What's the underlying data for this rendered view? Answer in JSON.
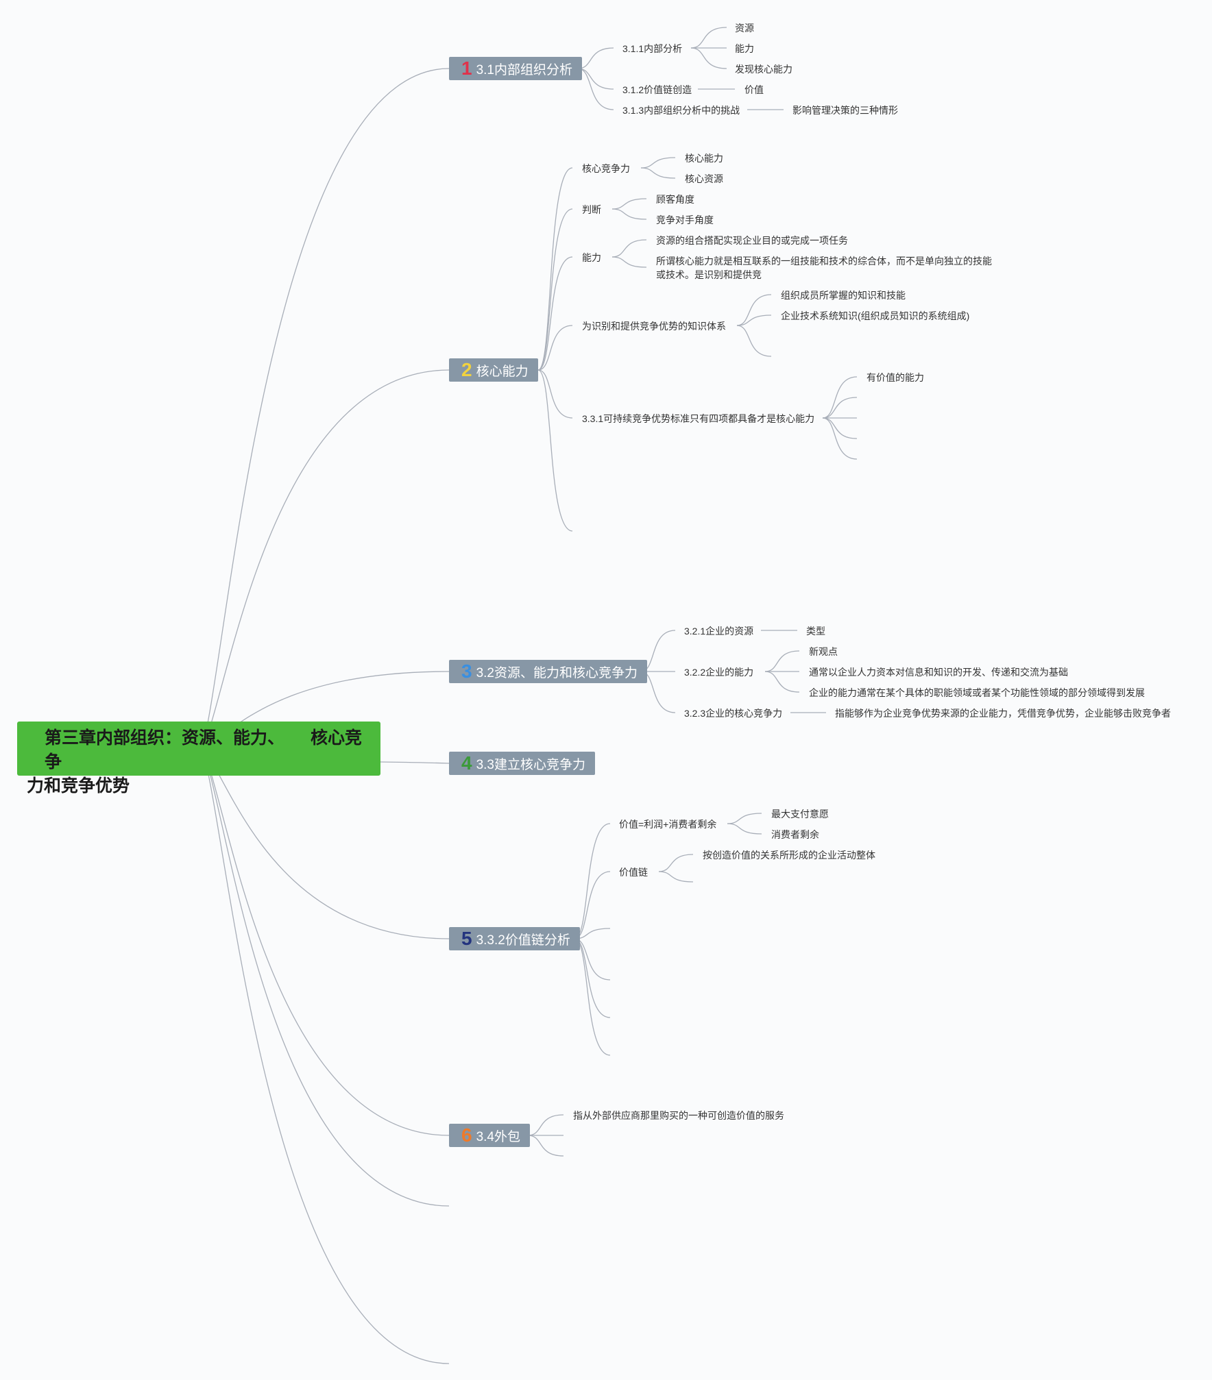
{
  "root": {
    "line1a": "第三章内部组织：资源、能力、",
    "line1b": "核心竞争",
    "line2": "力和竞争优势"
  },
  "colors": {
    "root": "#4cba3c",
    "branch": "#8797a6",
    "n1": "#e0324b",
    "n2": "#f2d23e",
    "n3": "#3a8fe0",
    "n4": "#3c9a3a",
    "n5": "#23347f",
    "n6": "#ee7a2a"
  },
  "branches": [
    {
      "num": "1",
      "label": "3.1内部组织分析"
    },
    {
      "num": "2",
      "label": "核心能力"
    },
    {
      "num": "3",
      "label": "3.2资源、能力和核心竞争力"
    },
    {
      "num": "4",
      "label": "3.3建立核心竞争力"
    },
    {
      "num": "5",
      "label": "3.3.2价值链分析"
    },
    {
      "num": "6",
      "label": "3.4外包"
    }
  ],
  "b1": {
    "s1": "3.1.1内部分析",
    "s1a": "资源",
    "s1b": "能力",
    "s1c": "发现核心能力",
    "s2": "3.1.2价值链创造",
    "s2a": "价值",
    "s3": "3.1.3内部组织分析中的挑战",
    "s3a": "影响管理决策的三种情形"
  },
  "b2": {
    "s1": "核心竞争力",
    "s1a": "核心能力",
    "s1b": "核心资源",
    "s2": "判断",
    "s2a": "顾客角度",
    "s2b": "竞争对手角度",
    "s3": "能力",
    "s3a": "资源的组合搭配实现企业目的或完成一项任务",
    "s3b": "所谓核心能力就是相互联系的一组技能和技术的综合体，而不是单向独立的技能或技术。是识别和提供竞",
    "s4": "为识别和提供竞争优势的知识体系",
    "s4a": "组织成员所掌握的知识和技能",
    "s4b": "企业技术系统知识(组织成员知识的系统组成)",
    "s5": "3.3.1可持续竞争优势标准只有四项都具备才是核心能力",
    "s5a": "有价值的能力"
  },
  "b3": {
    "s1": "3.2.1企业的资源",
    "s1a": "类型",
    "s2": "3.2.2企业的能力",
    "s2a": "新观点",
    "s2b": "通常以企业人力资本对信息和知识的开发、传递和交流为基础",
    "s2c": "企业的能力通常在某个具体的职能领域或者某个功能性领域的部分领域得到发展",
    "s3": "3.2.3企业的核心竞争力",
    "s3a": "指能够作为企业竞争优势来源的企业能力，凭借竞争优势，企业能够击败竞争者"
  },
  "b5": {
    "s1": "价值=利润+消费者剩余",
    "s1a": "最大支付意愿",
    "s1b": "消费者剩余",
    "s2": "价值链",
    "s2a": "按创造价值的关系所形成的企业活动整体"
  },
  "b6": {
    "s1": "指从外部供应商那里购买的一种可创造价值的服务"
  }
}
